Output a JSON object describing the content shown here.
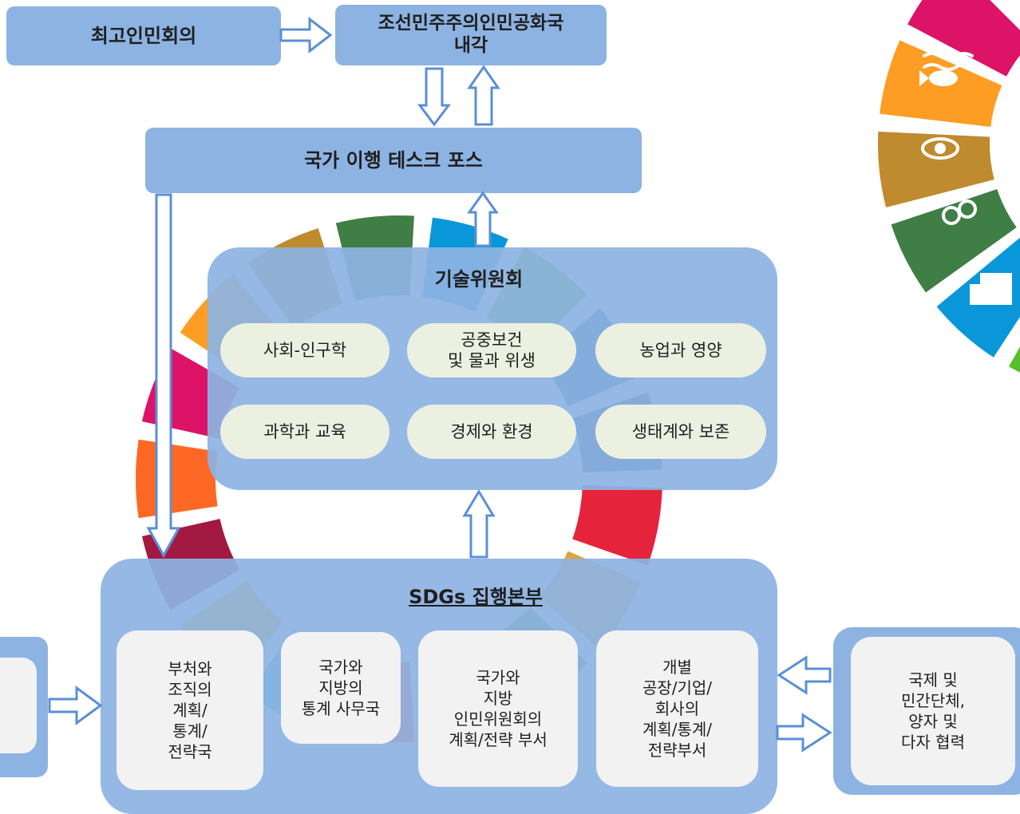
{
  "top_left_box": "최고인민회의",
  "cabinet_box": "조선민주주의인민공화국\n내각",
  "task_force_box": "국가 이행 테스크 포스",
  "technical_committee": {
    "title": "기술위원회",
    "items": [
      "사회-인구학",
      "공중보건\n및 물과 위생",
      "농업과 영양",
      "과학과 교육",
      "경제와 환경",
      "생태계와 보존"
    ]
  },
  "sdgs_hq": {
    "title": "SDGs 집행본부",
    "cards": [
      "부처와\n조직의\n계획/\n통계/\n전략국",
      "국가와\n지방의\n통계 사무국",
      "국가와\n지방\n인민위원회의\n계획/전략 부서",
      "개별\n공장/기업/\n회사의\n계획/통계/\n전략부서"
    ]
  },
  "international_box": "국제 및\n민간단체,\n양자 및\n다자 협력",
  "colors": {
    "box_blue": "#8db3e2",
    "pill_fill": "#ebf0e1",
    "card_fill": "#f2f2f2",
    "arrow_stroke": "#5b8fd6"
  }
}
